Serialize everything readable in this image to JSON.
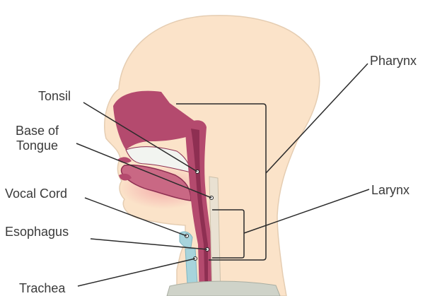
{
  "labels": {
    "tonsil": "Tonsil",
    "base_of_tongue_line1": "Base of",
    "base_of_tongue_line2": "Tongue",
    "vocal_cord": "Vocal Cord",
    "esophagus": "Esophagus",
    "trachea": "Trachea",
    "pharynx": "Pharynx",
    "larynx": "Larynx"
  },
  "colors": {
    "skin": "#fbe3c9",
    "skin_outline": "#d9c2a8",
    "tissue": "#b44a6e",
    "tissue_dark": "#8e2f52",
    "throat_glow": "#f1a9a8",
    "cartilage": "#a7d4dc",
    "bone": "#cfd3c9",
    "leader_line": "#2b2b2b"
  }
}
